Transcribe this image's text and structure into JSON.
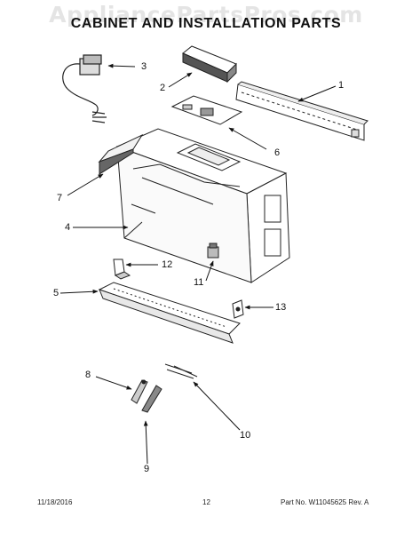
{
  "watermark": "AppliancePartsPros.com",
  "title": "CABINET AND INSTALLATION PARTS",
  "callouts": {
    "c1": "1",
    "c2": "2",
    "c3": "3",
    "c4": "4",
    "c5": "5",
    "c6": "6",
    "c7": "7",
    "c8": "8",
    "c9": "9",
    "c10": "10",
    "c11": "11",
    "c12": "12",
    "c13": "13"
  },
  "footer": {
    "date": "11/18/2016",
    "page": "12",
    "part_number": "Part No. W11045625  Rev. A"
  }
}
